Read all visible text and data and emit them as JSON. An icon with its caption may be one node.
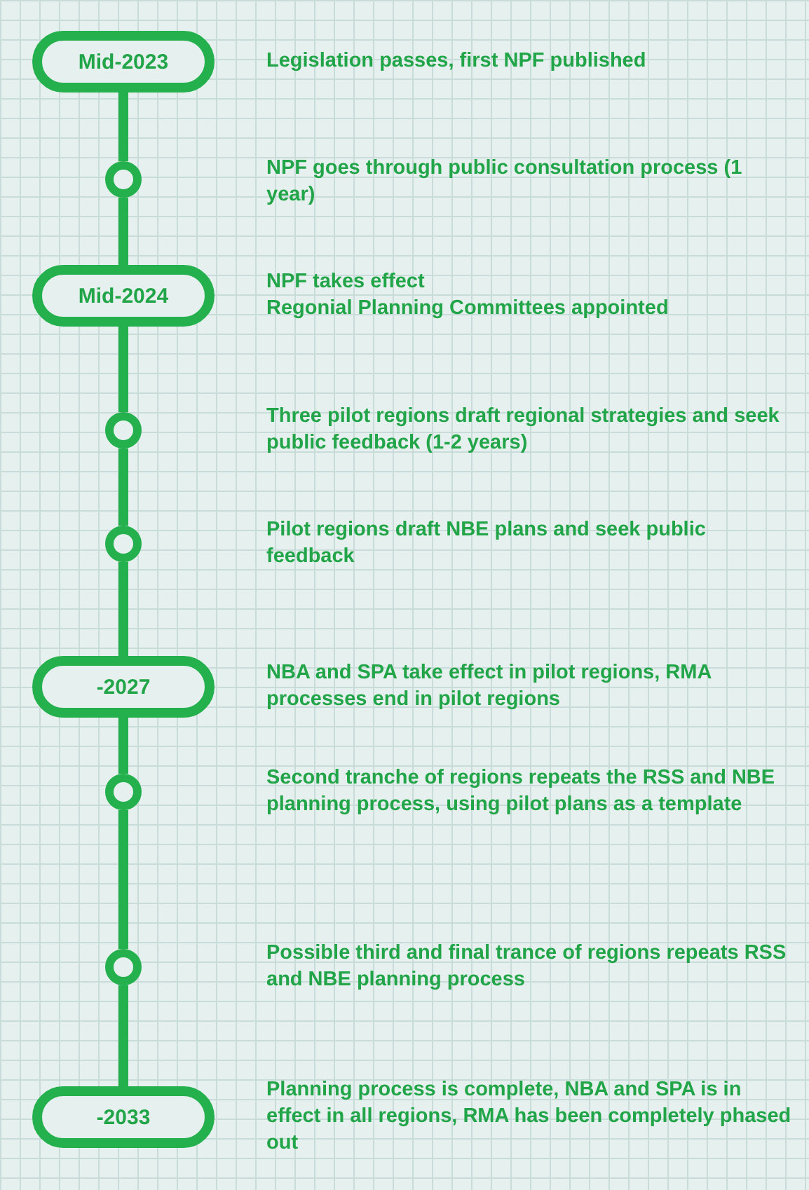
{
  "diagram": {
    "nodes": [
      {
        "text": [
          "Mid-2023"
        ],
        "beside": [
          "Legislation passes, first NPF published"
        ]
      },
      {
        "text": [],
        "shape": "circle"
      },
      {
        "text": [
          "Mid-2024"
        ],
        "beside": [
          "NPF takes effect",
          "Regonial Planning Committees appointed"
        ]
      },
      {
        "text": [],
        "shape": "circle"
      },
      {
        "text": [],
        "shape": "circle"
      },
      {
        "text": [
          "-2027"
        ],
        "beside": [
          "NBA and SPA take effect in pilot regions, RMA processes end in pilot regions"
        ]
      },
      {
        "text": [],
        "shape": "circle"
      },
      {
        "text": [],
        "shape": "circle"
      },
      {
        "text": [
          "-2033"
        ],
        "beside": [
          "Planning process is complete, NBA and SPA is in effect in all regions, RMA has been completely phased out"
        ]
      }
    ],
    "edges": [
      {
        "from": 0,
        "to": 1,
        "arrow": "none"
      },
      {
        "from": 1,
        "to": 2,
        "arrow": "none"
      },
      {
        "from": 2,
        "to": 3,
        "arrow": "none"
      },
      {
        "from": 3,
        "to": 4,
        "arrow": "none"
      },
      {
        "from": 4,
        "to": 5,
        "arrow": "none"
      },
      {
        "from": 5,
        "to": 6,
        "arrow": "none"
      },
      {
        "from": 6,
        "to": 7,
        "arrow": "none"
      },
      {
        "from": 7,
        "to": 8,
        "arrow": "none"
      }
    ],
    "labels": [
      "NPF goes through public consultation process (1 year)",
      "Three pilot regions draft regional strategies and seek public feedback (1-2 years)",
      "Pilot regions draft NBE plans and seek public feedback",
      "Second tranche of regions repeats the RSS and NBE planning process, using pilot plans as a template",
      "Possible third and final trance of regions repeats RSS and NBE planning process"
    ]
  }
}
